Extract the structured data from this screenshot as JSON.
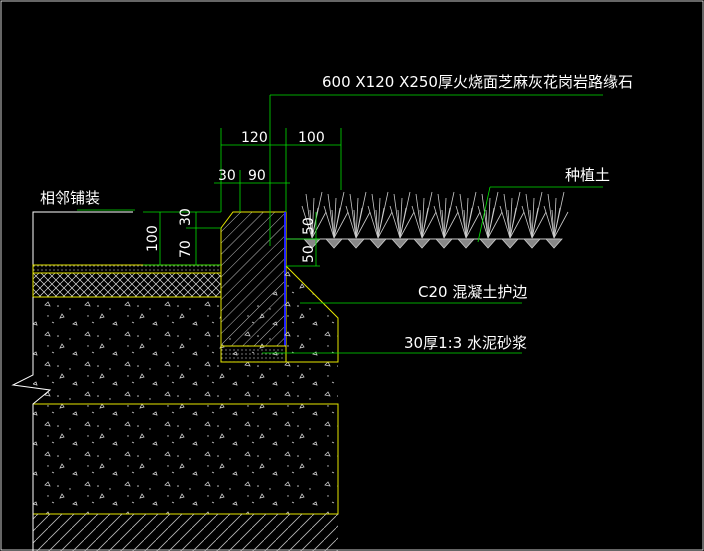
{
  "labels": {
    "curb_spec": "600 X120 X250厚火烧面芝麻灰花岗岩路缘石",
    "planting_soil": "种植土",
    "adjacent_paving": "相邻铺装",
    "concrete_edge": "C20 混凝土护边",
    "mortar_bed": "30厚1:3 水泥砂浆"
  },
  "dimensions": {
    "top_total": "120",
    "top_right": "100",
    "top_small": "30",
    "top_ninety": "90",
    "left_100": "100",
    "left_70": "70",
    "left_30": "30",
    "right_upper_50": "50",
    "right_lower_50": "50"
  },
  "colors": {
    "background": "#000000",
    "leader": "#00e000",
    "structure": "#e6e600",
    "text": "#ffffff",
    "joint": "#2222ff"
  }
}
